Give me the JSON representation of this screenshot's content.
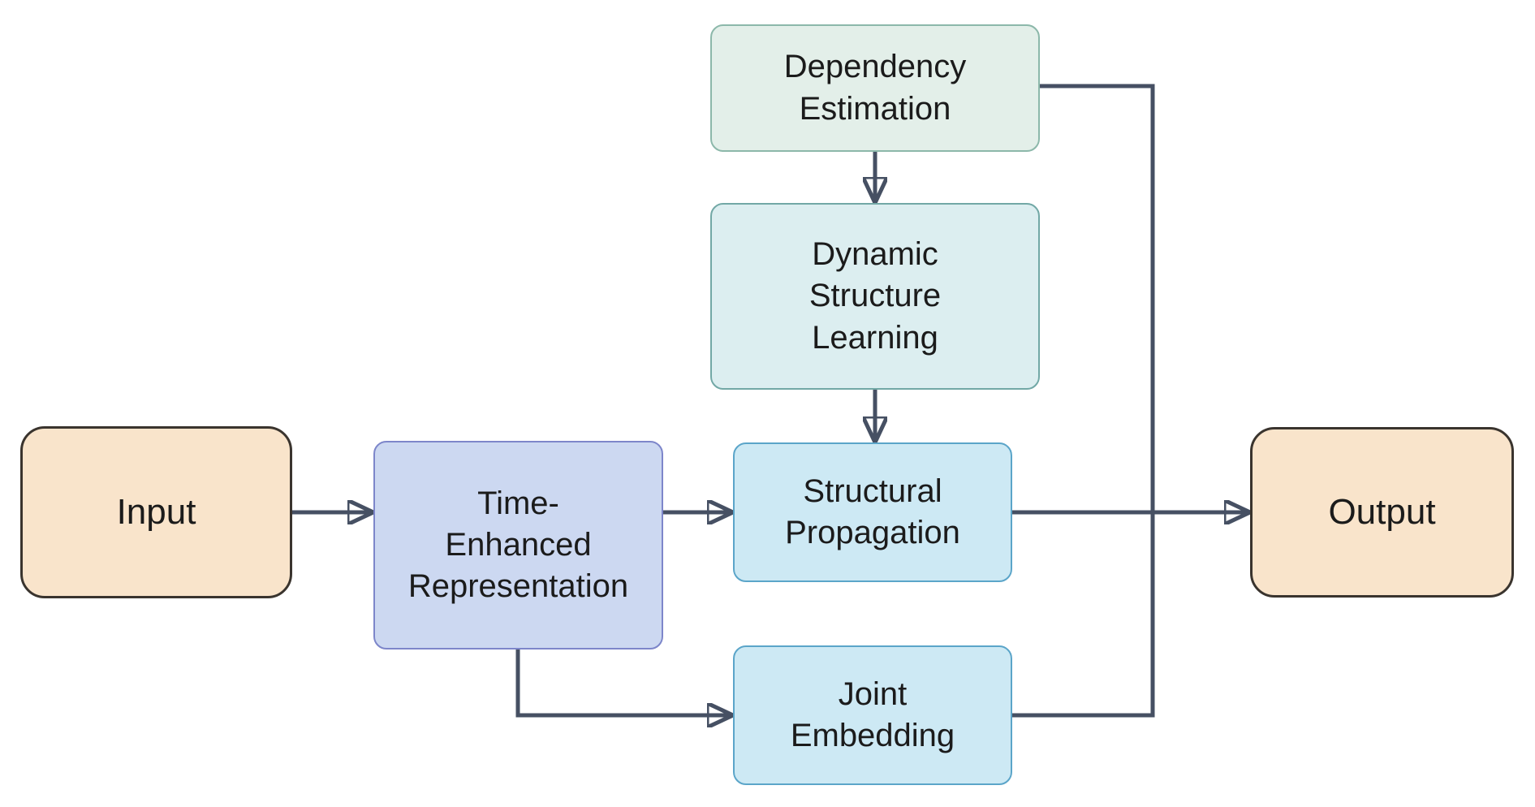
{
  "diagram": {
    "type": "flowchart",
    "nodes": {
      "input": {
        "label": "Input"
      },
      "time_enhanced_representation": {
        "label": "Time-\nEnhanced\nRepresentation"
      },
      "dependency_estimation": {
        "label": "Dependency\nEstimation"
      },
      "dynamic_structure_learning": {
        "label": "Dynamic\nStructure\nLearning"
      },
      "structural_propagation": {
        "label": "Structural\nPropagation"
      },
      "joint_embedding": {
        "label": "Joint\nEmbedding"
      },
      "output": {
        "label": "Output"
      }
    },
    "edges": [
      {
        "from": "input",
        "to": "time_enhanced_representation",
        "arrowhead": true
      },
      {
        "from": "time_enhanced_representation",
        "to": "structural_propagation",
        "arrowhead": true
      },
      {
        "from": "time_enhanced_representation",
        "to": "joint_embedding",
        "arrowhead": true
      },
      {
        "from": "dependency_estimation",
        "to": "dynamic_structure_learning",
        "arrowhead": true
      },
      {
        "from": "dynamic_structure_learning",
        "to": "structural_propagation",
        "arrowhead": true
      },
      {
        "from": "structural_propagation",
        "to": "output",
        "arrowhead": true
      },
      {
        "from": "dependency_estimation",
        "to": "output",
        "arrowhead": false,
        "note": "merges into output arrow via right-side trunk line"
      },
      {
        "from": "joint_embedding",
        "to": "output",
        "arrowhead": false,
        "note": "merges into output arrow via right-side trunk line"
      }
    ],
    "colors": {
      "background": "#ffffff",
      "arrow": "#465063",
      "text": "#1b1b1b",
      "terminal_fill": "#f9e4cb",
      "terminal_border": "#3a342e",
      "time_enhanced_fill": "#ccd8f1",
      "time_enhanced_border": "#7d86ca",
      "dependency_estimation_fill": "#e3efe9",
      "dependency_estimation_border": "#8cb8aa",
      "dynamic_structure_fill": "#dceef0",
      "dynamic_structure_border": "#72a8a6",
      "propagation_embedding_fill": "#cde9f4",
      "propagation_embedding_border": "#5ba5c9"
    }
  }
}
